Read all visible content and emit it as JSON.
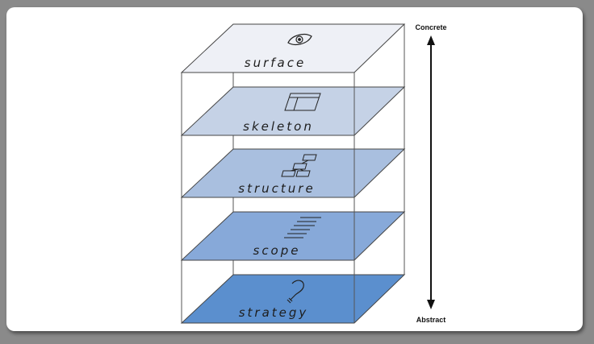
{
  "layers": [
    {
      "label": "surface",
      "icon": "eye-icon",
      "color": "#eef0f6"
    },
    {
      "label": "skeleton",
      "icon": "wireframe-icon",
      "color": "#c5d2e6"
    },
    {
      "label": "structure",
      "icon": "sitemap-icon",
      "color": "#a9bfdf"
    },
    {
      "label": "scope",
      "icon": "list-icon",
      "color": "#87a9d9"
    },
    {
      "label": "strategy",
      "icon": "lightbulb-icon",
      "color": "#5b8fce"
    }
  ],
  "axis": {
    "top_label": "Concrete",
    "bottom_label": "Abstract"
  }
}
